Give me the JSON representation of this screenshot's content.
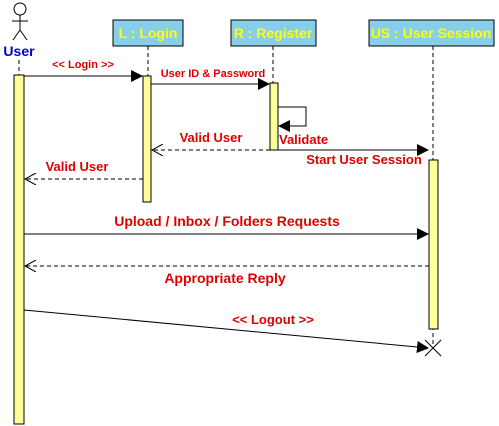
{
  "actor": {
    "label": "User"
  },
  "participants": [
    {
      "id": "login",
      "label": "L : Login"
    },
    {
      "id": "register",
      "label": "R : Register"
    },
    {
      "id": "session",
      "label": "US : User Session"
    }
  ],
  "messages": {
    "login": "<< Login >>",
    "credentials": "User ID & Password",
    "validate": "Validate",
    "valid_user_to_login": "Valid User",
    "start_session": "Start User Session",
    "valid_user_to_user": "Valid User",
    "requests": "Upload / Inbox / Folders Requests",
    "reply": "Appropriate Reply",
    "logout": "<< Logout >>"
  },
  "colors": {
    "box_fill": "#87ceeb",
    "box_text": "#ffff00",
    "activation_fill": "#ffff99",
    "message_text": "#e00000",
    "actor_text": "#0000cc"
  }
}
